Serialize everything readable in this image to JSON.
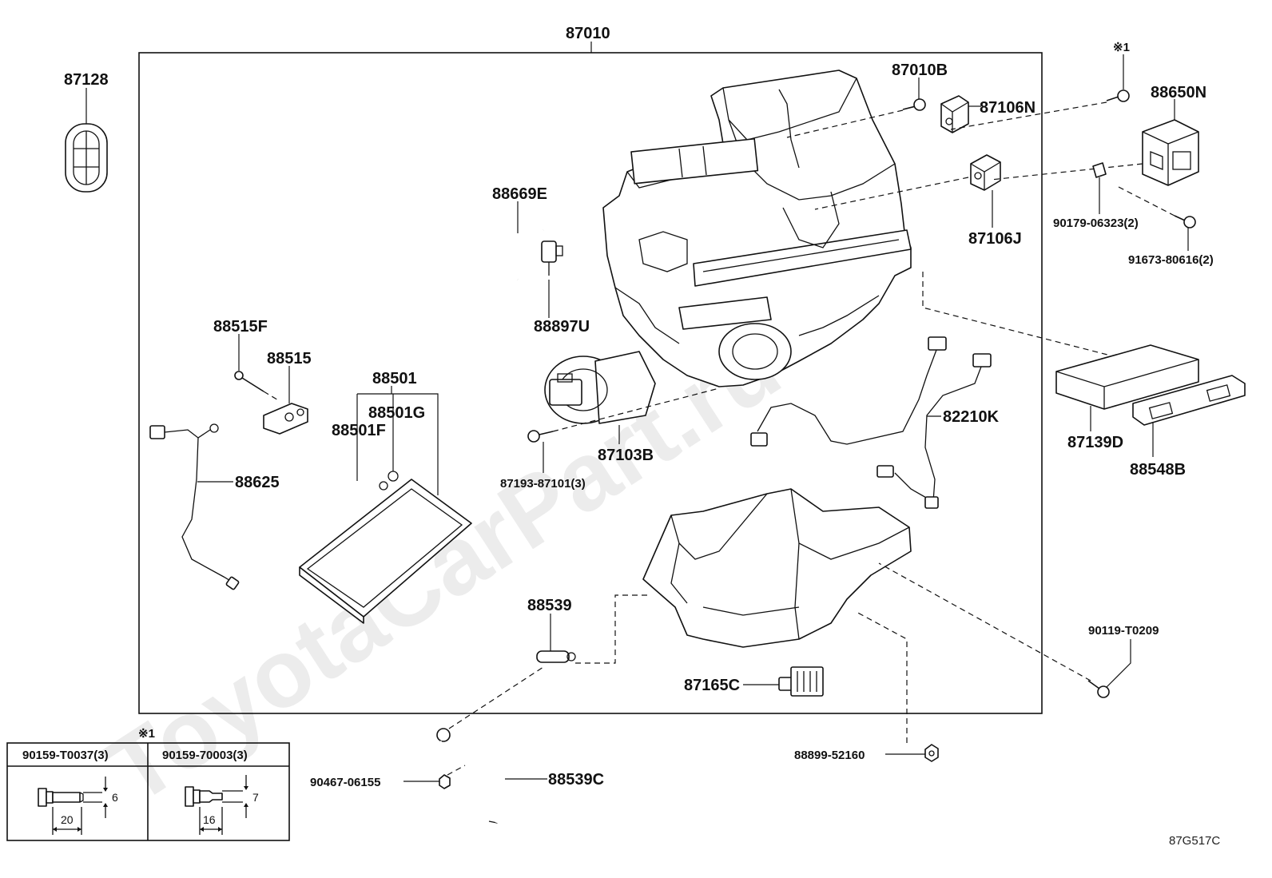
{
  "labels": {
    "p87010": "87010",
    "p87128": "87128",
    "p87010B": "87010B",
    "p87106N": "87106N",
    "note_mark_top": "※1",
    "p88650N": "88650N",
    "p88669E": "88669E",
    "p87106J": "87106J",
    "p90179": "90179-06323(2)",
    "p91673": "91673-80616(2)",
    "p88897U": "88897U",
    "p88515F": "88515F",
    "p88515": "88515",
    "p88501": "88501",
    "p88501G": "88501G",
    "p88501F": "88501F",
    "p82210K": "82210K",
    "p87139D": "87139D",
    "p88548B": "88548B",
    "p88625": "88625",
    "p87103B": "87103B",
    "p87193": "87193-87101(3)",
    "p88539": "88539",
    "p90119": "90119-T0209",
    "p87165C": "87165C",
    "p88899": "88899-52160",
    "p90467": "90467-06155",
    "p88539C": "88539C",
    "illustration_code": "87G517C"
  },
  "bolt_table": {
    "note_mark": "※1",
    "col1_header": "90159-T0037(3)",
    "col2_header": "90159-70003(3)",
    "col1_length": "20",
    "col1_diameter": "6",
    "col2_length": "16",
    "col2_diameter": "7"
  },
  "watermark": "ToyotaCarPart.ru"
}
